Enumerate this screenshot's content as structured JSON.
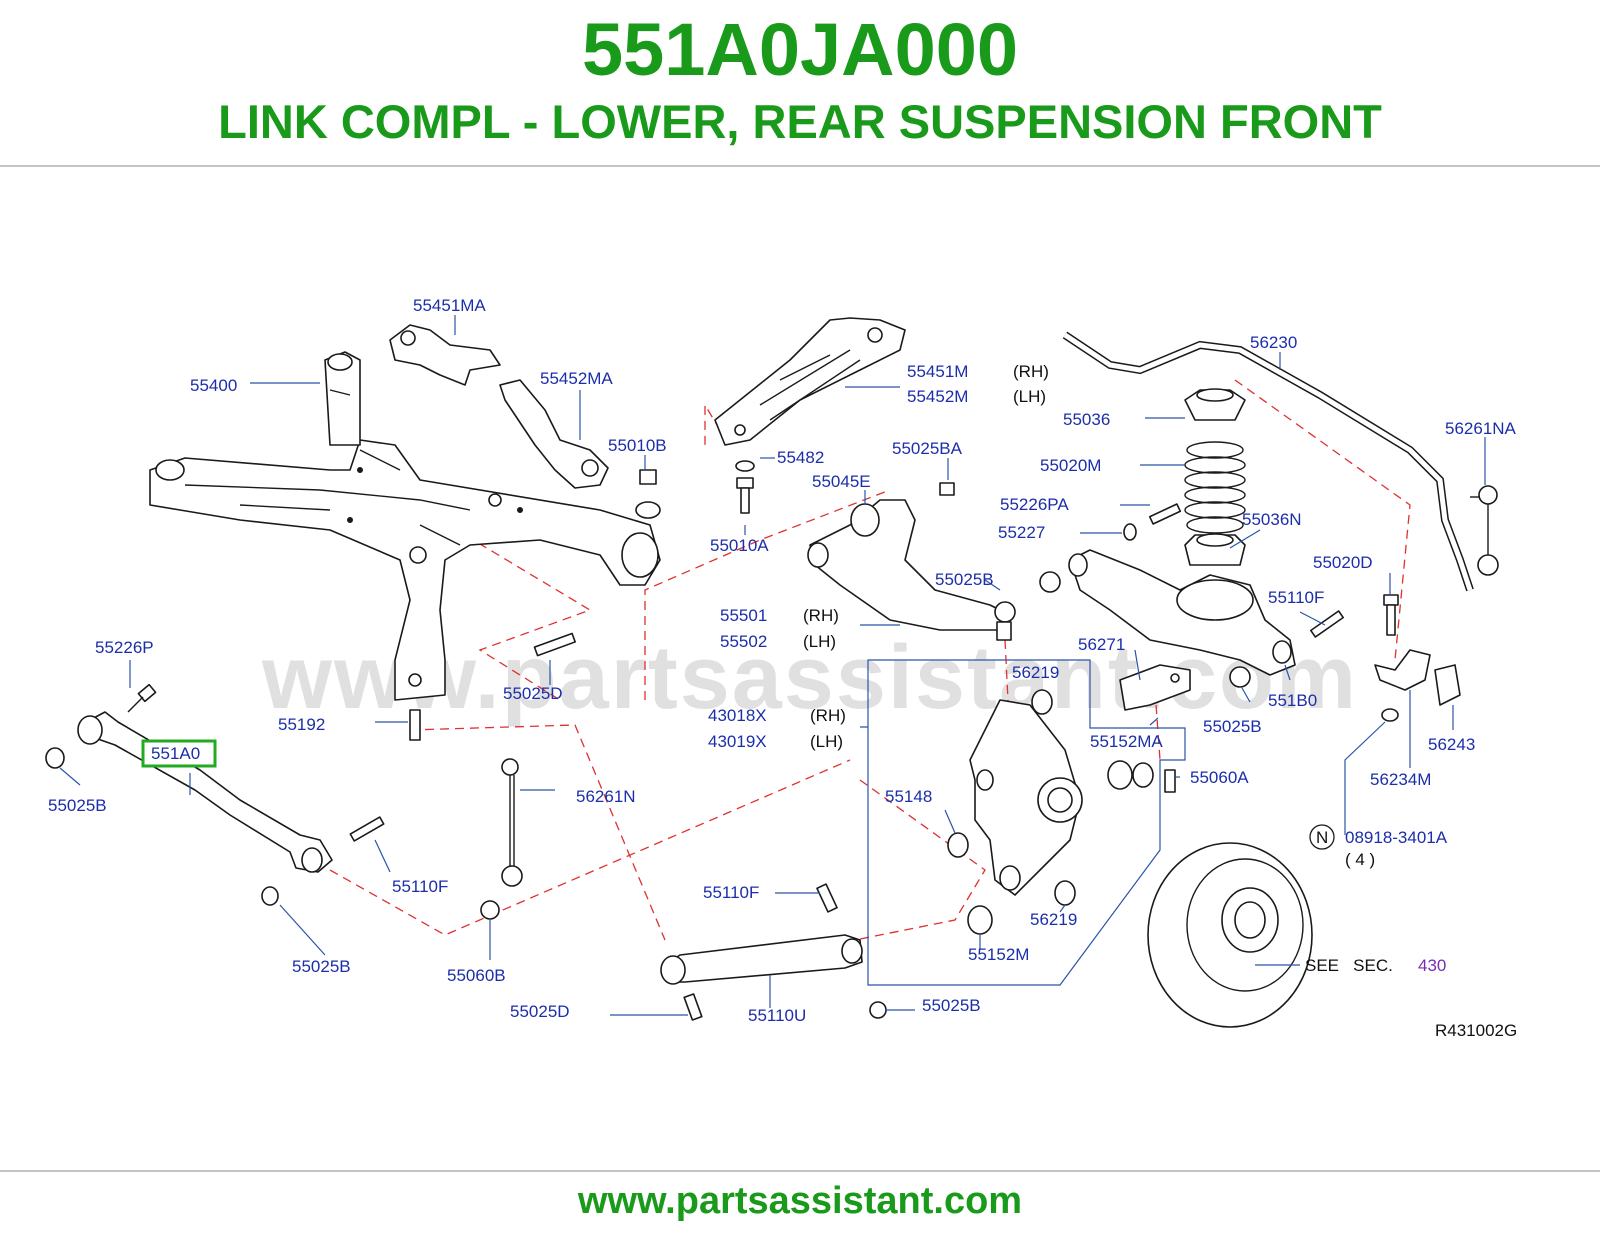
{
  "header": {
    "part_number": "551A0JA000",
    "part_title": "LINK COMPL - LOWER, REAR SUSPENSION FRONT"
  },
  "watermark": "www.partsassistant.com",
  "footer": {
    "url": "www.partsassistant.com"
  },
  "diagram": {
    "highlighted_callout": "551A0",
    "highlight_color": "#22aa22",
    "reference_code": "R431002G",
    "see_section": {
      "text": "SEE   SEC.",
      "section": "430"
    },
    "fastener_note": {
      "symbol": "N",
      "part": "08918-3401A",
      "qty": "( 4 )"
    },
    "callouts": {
      "c_55451MA": "55451MA",
      "c_55400": "55400",
      "c_55452MA": "55452MA",
      "c_55010B": "55010B",
      "c_55451M": "55451M",
      "c_55451M_side": "(RH)",
      "c_55452M": "55452M",
      "c_55452M_side": "(LH)",
      "c_55482": "55482",
      "c_55025BA": "55025BA",
      "c_55045E": "55045E",
      "c_55010A": "55010A",
      "c_56230": "56230",
      "c_55036": "55036",
      "c_56261NA": "56261NA",
      "c_55020M": "55020M",
      "c_55226PA": "55226PA",
      "c_55227": "55227",
      "c_55036N": "55036N",
      "c_55020D": "55020D",
      "c_55025B_a": "55025B",
      "c_55501": "55501",
      "c_55501_side": "(RH)",
      "c_55502": "55502",
      "c_55502_side": "(LH)",
      "c_55110F_a": "55110F",
      "c_56271": "56271",
      "c_56219_a": "56219",
      "c_551B0": "551B0",
      "c_55226P": "55226P",
      "c_55025D_a": "55025D",
      "c_55192": "55192",
      "c_43018X": "43018X",
      "c_43018X_side": "(RH)",
      "c_43019X": "43019X",
      "c_43019X_side": "(LH)",
      "c_55152MA": "55152MA",
      "c_55025B_b": "55025B",
      "c_56243": "56243",
      "c_55025B_c": "55025B",
      "c_56261N": "56261N",
      "c_55060A": "55060A",
      "c_56234M": "56234M",
      "c_55148": "55148",
      "c_55110F_b": "55110F",
      "c_55110F_c": "55110F",
      "c_56219_b": "56219",
      "c_55152M": "55152M",
      "c_55025B_d": "55025B",
      "c_55060B": "55060B",
      "c_55025D_b": "55025D",
      "c_55110U": "55110U",
      "c_55025B_e": "55025B"
    }
  }
}
